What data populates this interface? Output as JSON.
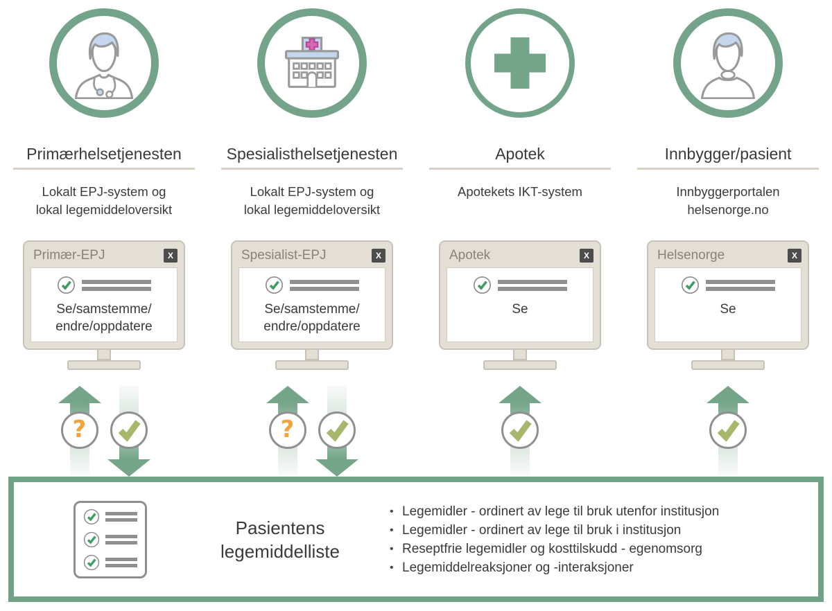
{
  "colors": {
    "accent_green": "#73A489",
    "box_border_green": "#6FA287",
    "arrow_green": "#74A588",
    "question_orange": "#F1A43C",
    "badge_check_olive": "#A7B86C",
    "small_check_green": "#3F9E5F",
    "cross_pink": "#D767B2",
    "light_blue": "#C4D7EE",
    "monitor_beige": "#E3DFD5",
    "window_title_gray": "#8B8276",
    "text_dark": "#3A3A3A"
  },
  "columns": [
    {
      "icon": "doctor-icon",
      "title": "Primærhelsetjenesten",
      "subtitle": "Lokalt EPJ-system og\nlokal legemiddeloversikt",
      "window": {
        "title": "Primær-EPJ",
        "close_label": "X",
        "action": "Se/samstemme/\nendre/oppdatere"
      },
      "arrows": {
        "up_badge": "?",
        "down_badge": "check-icon"
      }
    },
    {
      "icon": "hospital-icon",
      "title": "Spesialisthelsetjenesten",
      "subtitle": "Lokalt EPJ-system og\nlokal legemiddeloversikt",
      "window": {
        "title": "Spesialist-EPJ",
        "close_label": "X",
        "action": "Se/samstemme/\nendre/oppdatere"
      },
      "arrows": {
        "up_badge": "?",
        "down_badge": "check-icon"
      }
    },
    {
      "icon": "pharmacy-cross-icon",
      "title": "Apotek",
      "subtitle": "Apotekets IKT-system",
      "window": {
        "title": "Apotek",
        "close_label": "X",
        "action": "Se"
      },
      "arrows": {
        "up_badge": "check-icon"
      }
    },
    {
      "icon": "citizen-icon",
      "title": "Innbygger/pasient",
      "subtitle": "Innbyggerportalen\nhelsenorge.no",
      "window": {
        "title": "Helsenorge",
        "close_label": "X",
        "action": "Se"
      },
      "arrows": {
        "up_badge": "check-icon"
      }
    }
  ],
  "bottom_box": {
    "icon": "medication-list-icon",
    "title": "Pasientens\nlegemiddelliste",
    "bullets": [
      "Legemidler - ordinert av lege til bruk utenfor institusjon",
      "Legemidler - ordinert av lege til bruk i institusjon",
      "Reseptfrie legemidler og kosttilskudd - egenomsorg",
      "Legemiddelreaksjoner og -interaksjoner"
    ]
  }
}
